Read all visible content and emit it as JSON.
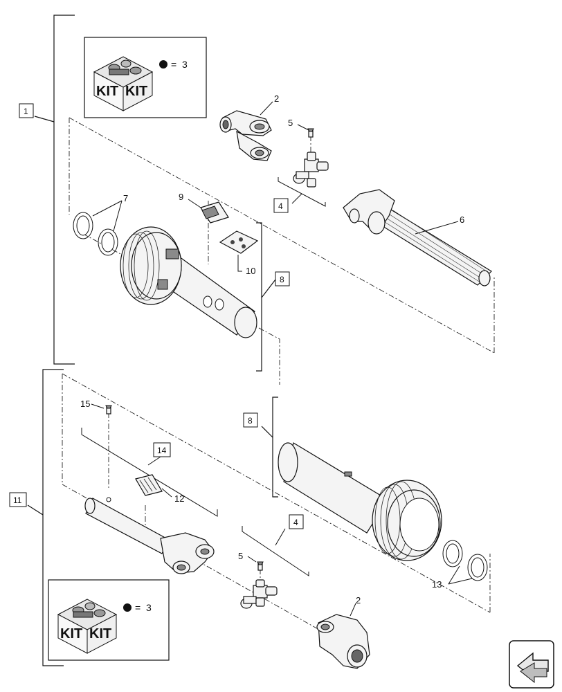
{
  "callouts": {
    "c1": "1",
    "c2_top": "2",
    "c2_bottom": "2",
    "c4_top": "4",
    "c4_bottom": "4",
    "c5_top": "5",
    "c5_bottom": "5",
    "c6": "6",
    "c7": "7",
    "c8_top": "8",
    "c8_bottom": "8",
    "c9": "9",
    "c10": "10",
    "c11": "11",
    "c12": "12",
    "c13": "13",
    "c14": "14",
    "c15": "15"
  },
  "kit_boxes": {
    "top": {
      "text_left": "KIT",
      "text_right": "KIT",
      "quantity": "3"
    },
    "bottom": {
      "text_left": "KIT",
      "text_right": "KIT",
      "quantity": "3"
    }
  },
  "icons": {
    "kit_box": "kit-box-icon",
    "quantity_bullet": "bullet-icon",
    "navigation": "navigation-arrow-icon"
  }
}
